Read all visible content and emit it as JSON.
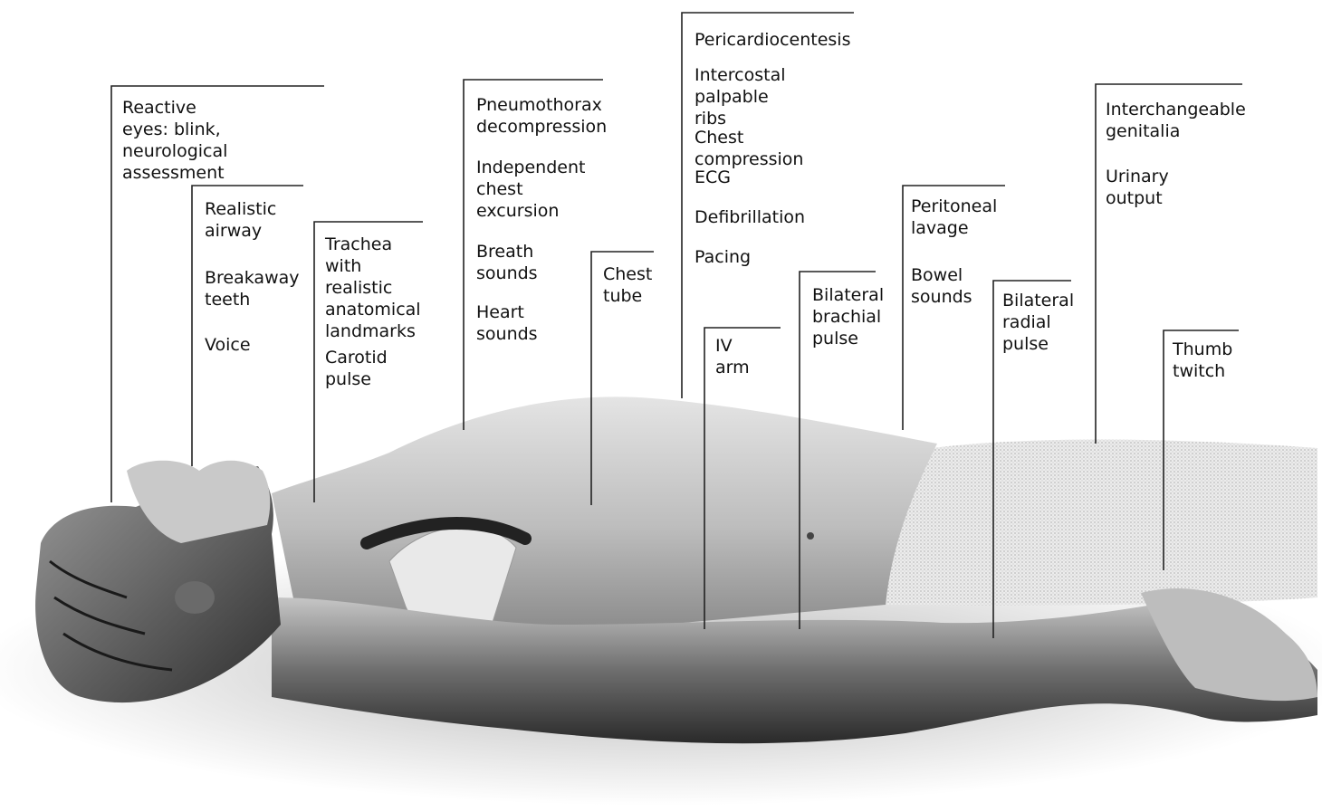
{
  "callouts": [
    {
      "id": "eyes",
      "items": [
        "Reactive eyes: blink,\nneurological assessment"
      ]
    },
    {
      "id": "airway",
      "items": [
        "Realistic\nairway",
        "Breakaway\nteeth",
        "Voice"
      ]
    },
    {
      "id": "trachea",
      "items": [
        "Trachea\nwith realistic\nanatomical\nlandmarks",
        "Carotid\npulse"
      ]
    },
    {
      "id": "chest-left",
      "items": [
        "Pneumothorax\ndecompression",
        "Independent\nchest\nexcursion",
        "Breath\nsounds",
        "Heart\nsounds"
      ]
    },
    {
      "id": "chest-tube",
      "items": [
        "Chest\ntube"
      ]
    },
    {
      "id": "cardiac",
      "items": [
        "Pericardiocentesis",
        "Intercostal\npalpable ribs",
        "Chest compression",
        "ECG",
        "Defibrillation",
        "Pacing"
      ]
    },
    {
      "id": "iv-arm",
      "items": [
        "IV arm"
      ]
    },
    {
      "id": "brachial",
      "items": [
        "Bilateral\nbrachial\npulse"
      ]
    },
    {
      "id": "abdomen",
      "items": [
        "Peritoneal\nlavage",
        "Bowel\nsounds"
      ]
    },
    {
      "id": "radial",
      "items": [
        "Bilateral\nradial\npulse"
      ]
    },
    {
      "id": "genitalia",
      "items": [
        "Interchangeable\ngenitalia",
        "Urinary output"
      ]
    },
    {
      "id": "thumb",
      "items": [
        "Thumb\ntwitch"
      ]
    }
  ],
  "colors": {
    "leader": "#222222",
    "text": "#111111",
    "skin_light": "#d9d9d9",
    "skin_mid": "#a8a8a8",
    "shadow": "#3a3a3a"
  }
}
